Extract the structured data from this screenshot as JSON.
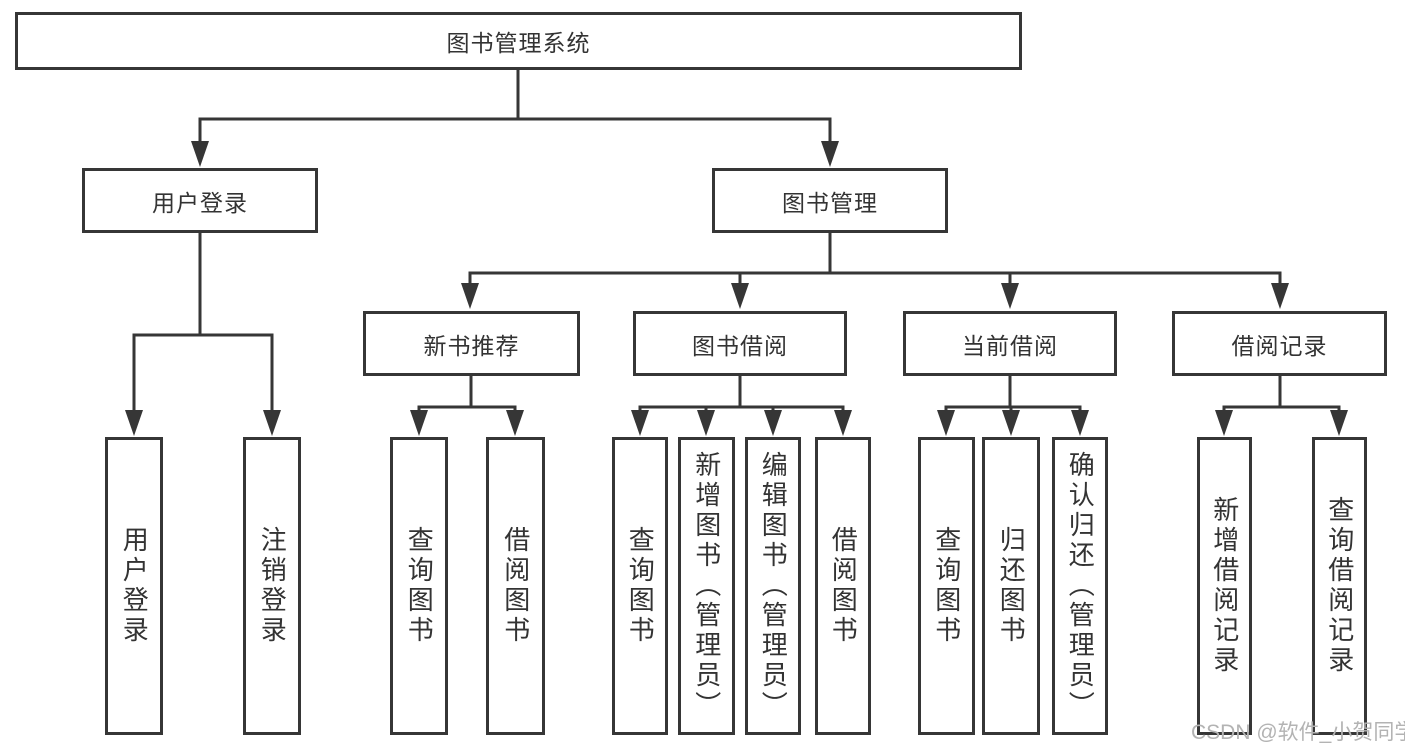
{
  "root": {
    "label": "图书管理系统"
  },
  "user_login": {
    "label": "用户登录",
    "children": [
      {
        "label": "用户登录"
      },
      {
        "label": "注销登录"
      }
    ]
  },
  "book_management": {
    "label": "图书管理",
    "groups": [
      {
        "label": "新书推荐",
        "children": [
          {
            "label": "查询图书"
          },
          {
            "label": "借阅图书"
          }
        ]
      },
      {
        "label": "图书借阅",
        "children": [
          {
            "label": "查询图书"
          },
          {
            "label": "新增图书（管理员）"
          },
          {
            "label": "编辑图书（管理员）"
          },
          {
            "label": "借阅图书"
          }
        ]
      },
      {
        "label": "当前借阅",
        "children": [
          {
            "label": "查询图书"
          },
          {
            "label": "归还图书"
          },
          {
            "label": "确认归还（管理员）"
          }
        ]
      },
      {
        "label": "借阅记录",
        "children": [
          {
            "label": "新增借阅记录"
          },
          {
            "label": "查询借阅记录"
          }
        ]
      }
    ]
  },
  "watermark": {
    "text": "CSDN @软件_小贺同学"
  },
  "colors": {
    "line": "#363636",
    "text": "#333333",
    "background": "#ffffff",
    "watermark": "#b3b3b3"
  }
}
